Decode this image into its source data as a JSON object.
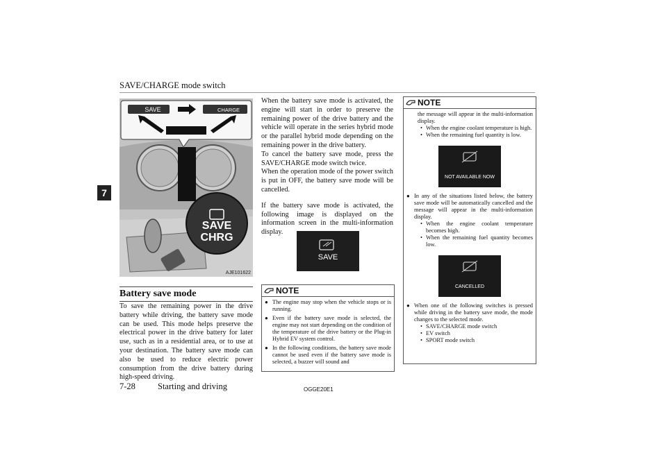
{
  "header": {
    "title": "SAVE/CHARGE mode switch"
  },
  "chapter_tab": "7",
  "figure": {
    "save_label": "SAVE",
    "charge_label": "CHARGE",
    "knob_line1": "SAVE",
    "knob_line2": "CHRG",
    "code": "AJE101622"
  },
  "section": {
    "title": "Battery save mode"
  },
  "intro": "To save the remaining power in the drive battery while driving, the battery save mode can be used. This mode helps preserve the electrical power in the drive battery for later use, such as in a residential area, or to use at your destination. The battery save mode can also be used to reduce electric power consumption from the drive battery during high-speed driving.",
  "col2": {
    "p1": "When the battery save mode is activated, the engine will start in order to preserve the remaining power of the drive battery and the vehicle will operate in the series hybrid mode or the parallel hybrid mode depending on the remaining power in the drive battery.",
    "p2": "To cancel the battery save mode, press the SAVE/CHARGE mode switch twice.",
    "p3": "When the operation mode of the power switch is put in OFF, the battery save mode will be cancelled.",
    "p4": "If the battery save mode is activated, the following image is displayed on the information screen in the multi-information display.",
    "display_label": "SAVE"
  },
  "note1": {
    "heading": "NOTE",
    "items": [
      "The engine may stop when the vehicle stops or is running.",
      "Even if the battery save mode is selected, the engine may not start depending on the condition of the temperature of the drive battery or the Plug-in Hybrid EV system control.",
      "In the following conditions, the battery save mode cannot be used even if the battery save mode is selected, a buzzer will sound and"
    ]
  },
  "note2": {
    "heading": "NOTE",
    "cont": "the message will appear in the multi-information display.",
    "subs1": [
      "When the engine coolant temperature is high.",
      "When the remaining fuel quantity is low."
    ],
    "display1_label": "NOT AVAILABLE NOW",
    "item2": "In any of the situations listed below, the battery save mode will be automatically cancelled and the message will appear in the multi-information display.",
    "subs2": [
      "When the engine coolant temperature becomes high.",
      "When the remaining fuel quantity becomes low."
    ],
    "display2_label": "CANCELLED",
    "item3": "When one of the following switches is pressed while driving in the battery save mode, the mode changes to the selected mode.",
    "subs3": [
      "SAVE/CHARGE mode switch",
      "EV switch",
      "SPORT mode switch"
    ]
  },
  "footer": {
    "page": "7-28",
    "title": "Starting and driving",
    "code": "OGGE20E1"
  }
}
